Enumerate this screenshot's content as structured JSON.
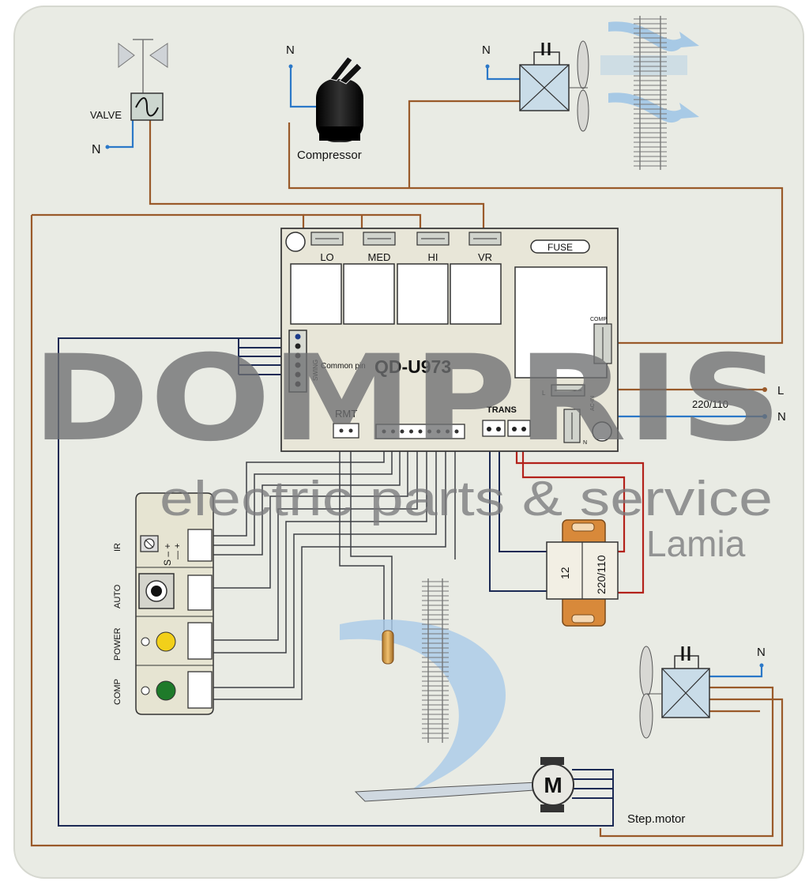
{
  "diagram": {
    "valve_label": "VALVE",
    "compressor_label": "Compressor",
    "neutral_label": "N",
    "live_label": "L",
    "voltage_label": "220/110",
    "board_model": "QD-U973",
    "relay_labels": [
      "LO",
      "MED",
      "HI",
      "VR"
    ],
    "fuse_label": "FUSE",
    "comp_label": "COMP",
    "ac_in_label": "AC-IN",
    "l_pin_label": "L",
    "n_pin_label": "N",
    "common_pin_label": "Common pin",
    "swing_label": "SWING",
    "rmt_label": "RMT",
    "trans_label": "TRANS",
    "transformer_secondary": "12",
    "transformer_primary": "220/110",
    "ir_label": "IR",
    "ir_pins_label": "S – +",
    "ir_pins_top": "— +",
    "auto_label": "AUTO",
    "power_label": "POWER",
    "comp_led_label": "COMP",
    "motor_letter": "M",
    "step_motor_label": "Step.motor"
  },
  "watermark": {
    "brand": "DOMPRIS",
    "tagline": "electric parts & service",
    "city": "Lamia"
  },
  "colors": {
    "background": "#e9ebe4",
    "brown_wire": "#9a5a2a",
    "blue_wire": "#2b78c8",
    "dark_wire": "#1c2a55",
    "red_wire": "#b3221b",
    "transformer": "#d8893a",
    "power_led": "#f2d01a",
    "comp_led": "#1e7a2a"
  }
}
